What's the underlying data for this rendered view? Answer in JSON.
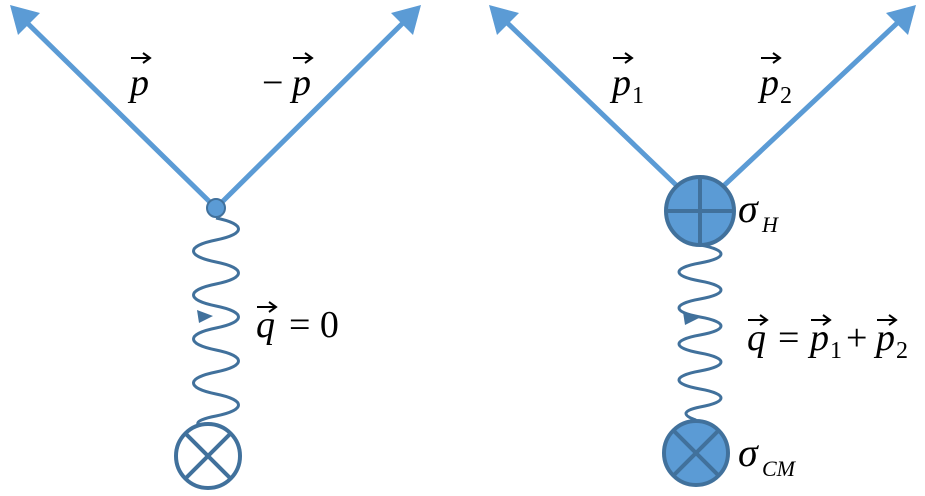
{
  "diagram": {
    "colors": {
      "arrow": "#5b9bd5",
      "spring": "#41719c",
      "vertex_fill": "#5b9bd5",
      "vertex_stroke": "#41719c",
      "background": "#ffffff",
      "text": "#000000"
    },
    "left": {
      "label_p": "p",
      "label_minus_sign": "−",
      "label_minus_p": "p",
      "label_q": "q",
      "label_q_rhs": "= 0"
    },
    "right": {
      "label_p1": "p",
      "label_p1_sub": "1",
      "label_p2": "p",
      "label_p2_sub": "2",
      "sigma_symbol": "σ",
      "sigma_h_sub": "H",
      "sigma_cm_sub": "CM",
      "label_q": "q",
      "label_eq": "=",
      "label_q_p1": "p",
      "label_q_p1_sub": "1",
      "label_plus": "+",
      "label_q_p2": "p",
      "label_q_p2_sub": "2"
    }
  }
}
